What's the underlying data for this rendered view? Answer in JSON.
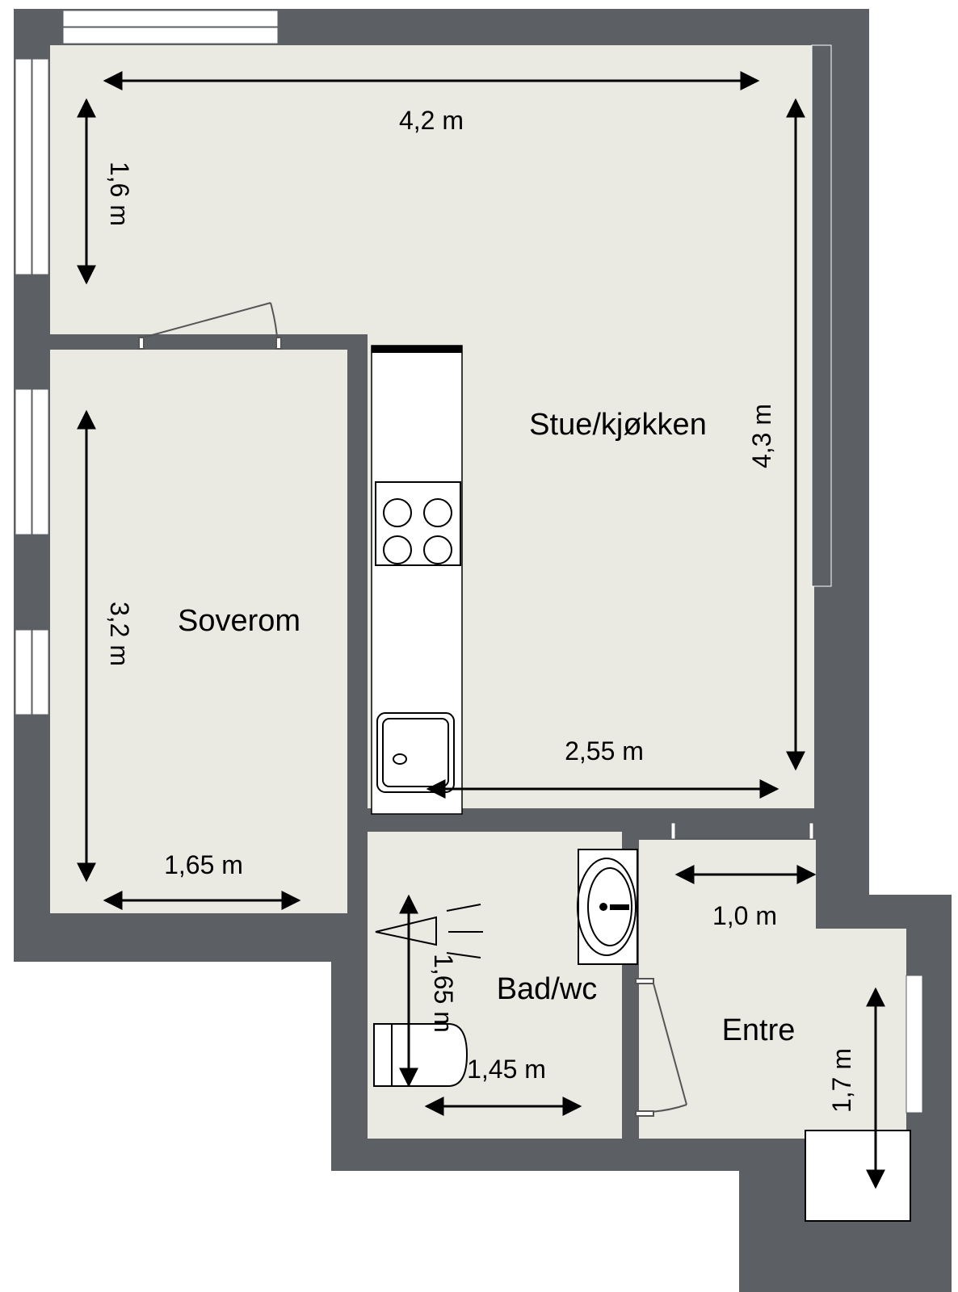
{
  "colors": {
    "wall": "#5c5f63",
    "floor": "#eaeae3",
    "window": "#ffffff",
    "line": "#000000"
  },
  "rooms": {
    "living_kitchen": {
      "label": "Stue/kjøkken"
    },
    "bedroom": {
      "label": "Soverom"
    },
    "bathroom": {
      "label": "Bad/wc"
    },
    "entrance": {
      "label": "Entre"
    }
  },
  "dimensions": {
    "living_width": "4,2 m",
    "living_depth_left": "1,6 m",
    "living_depth_right": "4,3 m",
    "kitchen_width": "2,55 m",
    "bedroom_length": "3,2 m",
    "bedroom_width": "1,65 m",
    "bathroom_length": "1,65 m",
    "bathroom_width": "1,45 m",
    "entrance_width": "1,0 m",
    "entrance_length": "1,7 m"
  }
}
